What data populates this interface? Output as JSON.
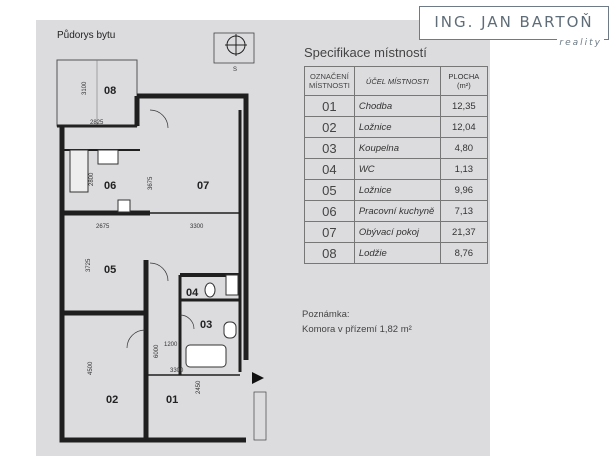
{
  "brand": {
    "name": "ING. JAN BARTOŇ",
    "sub": "reality"
  },
  "plan": {
    "title": "Půdorys bytu",
    "compass_label": "S",
    "rooms": [
      {
        "id": "08"
      },
      {
        "id": "06"
      },
      {
        "id": "07"
      },
      {
        "id": "05"
      },
      {
        "id": "04"
      },
      {
        "id": "03"
      },
      {
        "id": "02"
      },
      {
        "id": "01"
      }
    ],
    "dims": [
      "3100",
      "2825",
      "3675",
      "2800",
      "2675",
      "3300",
      "3725",
      "4500",
      "3300",
      "6000",
      "1200",
      "2450"
    ]
  },
  "spec": {
    "title": "Specifikace místností",
    "headers": [
      "OZNAČENÍ MÍSTNOSTI",
      "ÚČEL MÍSTNOSTI",
      "PLOCHA (m²)"
    ],
    "rows": [
      {
        "id": "01",
        "name": "Chodba",
        "area": "12,35"
      },
      {
        "id": "02",
        "name": "Ložnice",
        "area": "12,04"
      },
      {
        "id": "03",
        "name": "Koupelna",
        "area": "4,80"
      },
      {
        "id": "04",
        "name": "WC",
        "area": "1,13"
      },
      {
        "id": "05",
        "name": "Ložnice",
        "area": "9,96"
      },
      {
        "id": "06",
        "name": "Pracovní kuchyně",
        "area": "7,13"
      },
      {
        "id": "07",
        "name": "Obývací pokoj",
        "area": "21,37"
      },
      {
        "id": "08",
        "name": "Lodžie",
        "area": "8,76"
      }
    ],
    "note_label": "Poznámka:",
    "note_text": "Komora v přízemí 1,82 m²"
  }
}
